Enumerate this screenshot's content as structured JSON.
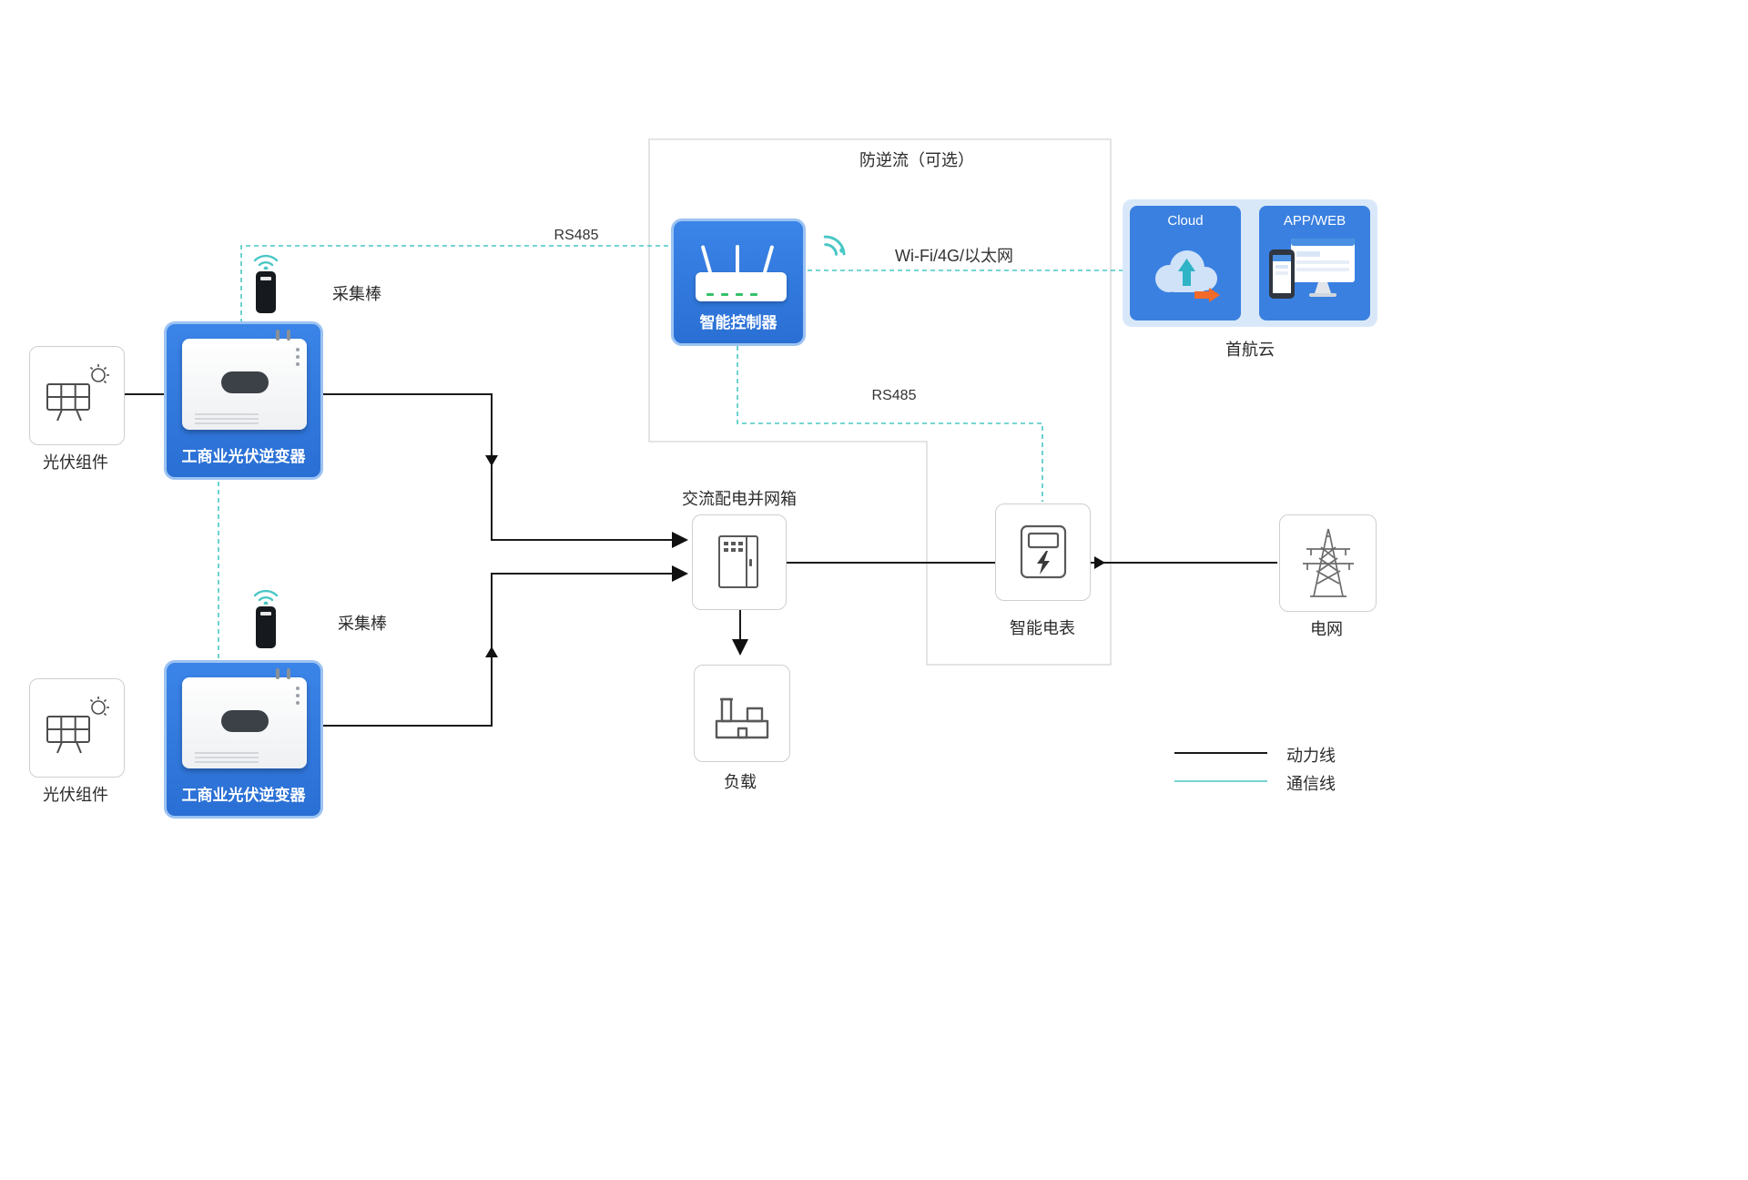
{
  "colors": {
    "accent_blue": "#2e7ce0",
    "panel_light_blue": "#d9e8f9",
    "comm_teal": "#49c7c5",
    "power_black": "#1a1a1a",
    "outline_gray": "#dcdcdc",
    "icon_gray": "#595959",
    "led_green": "#35c06a",
    "arrow_orange": "#f26a2a",
    "text_dark": "#2b2b2b"
  },
  "nodes": {
    "pv1": {
      "label": "光伏组件"
    },
    "pv2": {
      "label": "光伏组件"
    },
    "inverter1": {
      "label": "工商业光伏逆变器"
    },
    "inverter2": {
      "label": "工商业光伏逆变器"
    },
    "stick1": {
      "label": "采集棒"
    },
    "stick2": {
      "label": "采集棒"
    },
    "controller": {
      "label": "智能控制器"
    },
    "optional_zone": {
      "label": "防逆流（可选）"
    },
    "cloud_panel": {
      "label": "Cloud"
    },
    "appweb_panel": {
      "label": "APP/WEB"
    },
    "cloud_caption": {
      "label": "首航云"
    },
    "acbox": {
      "label": "交流配电并网箱"
    },
    "meter": {
      "label": "智能电表"
    },
    "grid": {
      "label": "电网"
    },
    "load": {
      "label": "负载"
    }
  },
  "edges": {
    "rs485_top": {
      "label": "RS485"
    },
    "rs485_meter": {
      "label": "RS485"
    },
    "wifi_link": {
      "label": "Wi-Fi/4G/以太网"
    }
  },
  "legend": {
    "power": {
      "label": "动力线"
    },
    "comm": {
      "label": "通信线"
    }
  }
}
